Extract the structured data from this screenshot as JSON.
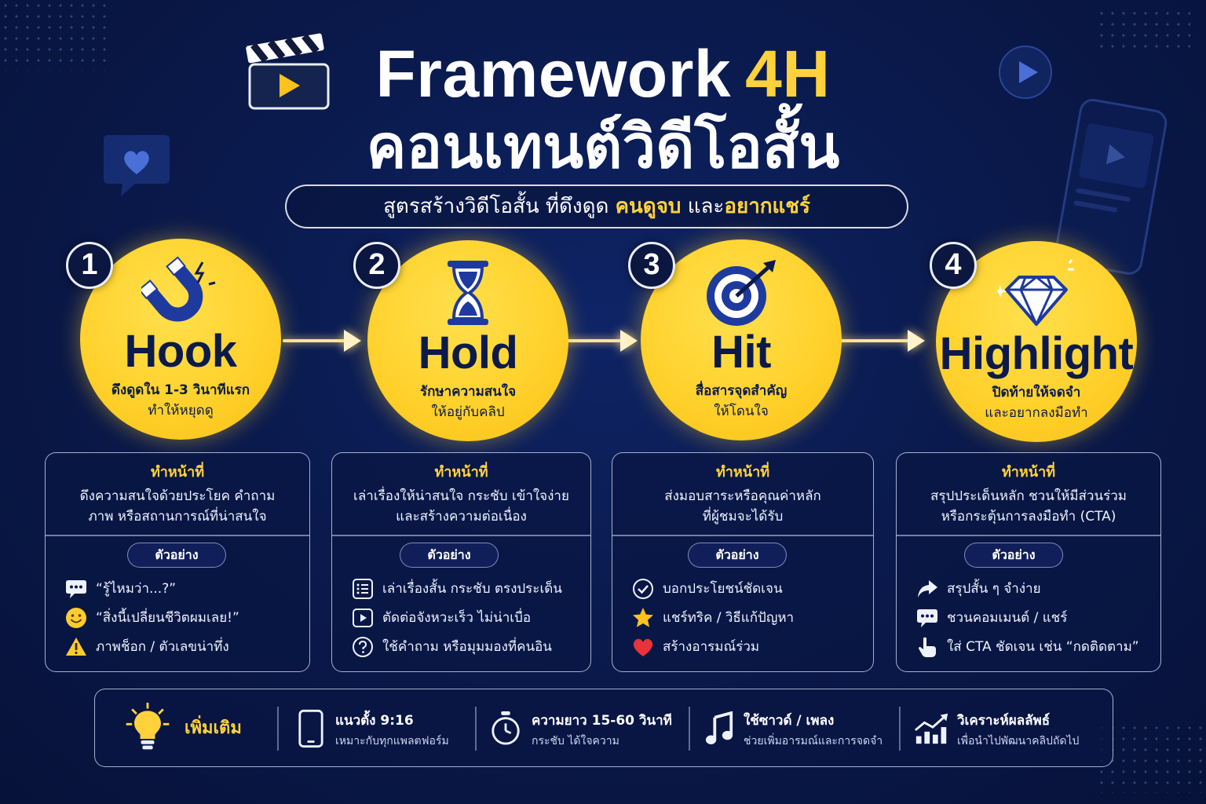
{
  "header": {
    "title_line1_main": "Framework",
    "title_line1_highlight": "4H",
    "title_line2": "คอนเทนต์วิดีโอสั้น",
    "subtitle_prefix": "สูตรสร้างวิดีโอสั้น ที่ดึงดูด",
    "subtitle_highlight1": "คนดูจบ",
    "subtitle_connector": "และ",
    "subtitle_highlight2": "อยากแชร์"
  },
  "colors": {
    "accent_yellow": "#ffd23c",
    "background_navy": "#0a1a4d",
    "text_dark_navy": "#0b1a4a"
  },
  "steps": [
    {
      "number": "1",
      "icon": "magnet-icon",
      "name": "Hook",
      "desc_line1": "ดึงดูดใน 1-3 วินาทีแรก",
      "desc_line2": "ทำให้หยุดดู",
      "role_label": "ทำหน้าที่",
      "role_line1": "ดึงความสนใจด้วยประโยค คำถาม",
      "role_line2": "ภาพ หรือสถานการณ์ที่น่าสนใจ",
      "example_label": "ตัวอย่าง",
      "examples": [
        {
          "icon": "speech-bubble-icon",
          "text": "“รู้ไหมว่า...?”"
        },
        {
          "icon": "smiley-icon",
          "text": "“สิ่งนี้เปลี่ยนชีวิตผมเลย!”"
        },
        {
          "icon": "warning-icon",
          "text": "ภาพช็อก / ตัวเลขน่าทึ่ง"
        }
      ]
    },
    {
      "number": "2",
      "icon": "hourglass-icon",
      "name": "Hold",
      "desc_line1": "รักษาความสนใจ",
      "desc_line2": "ให้อยู่กับคลิป",
      "role_label": "ทำหน้าที่",
      "role_line1": "เล่าเรื่องให้น่าสนใจ กระชับ เข้าใจง่าย",
      "role_line2": "และสร้างความต่อเนื่อง",
      "example_label": "ตัวอย่าง",
      "examples": [
        {
          "icon": "list-icon",
          "text": "เล่าเรื่องสั้น กระชับ ตรงประเด็น"
        },
        {
          "icon": "play-icon",
          "text": "ตัดต่อจังหวะเร็ว ไม่น่าเบื่อ"
        },
        {
          "icon": "question-icon",
          "text": "ใช้คำถาม หรือมุมมองที่คนอิน"
        }
      ]
    },
    {
      "number": "3",
      "icon": "target-icon",
      "name": "Hit",
      "desc_line1": "สื่อสารจุดสำคัญ",
      "desc_line2": "ให้โดนใจ",
      "role_label": "ทำหน้าที่",
      "role_line1": "ส่งมอบสาระหรือคุณค่าหลัก",
      "role_line2": "ที่ผู้ชมจะได้รับ",
      "example_label": "ตัวอย่าง",
      "examples": [
        {
          "icon": "check-circle-icon",
          "text": "บอกประโยชน์ชัดเจน"
        },
        {
          "icon": "star-icon",
          "text": "แชร์ทริค / วิธีแก้ปัญหา"
        },
        {
          "icon": "heart-icon",
          "text": "สร้างอารมณ์ร่วม"
        }
      ]
    },
    {
      "number": "4",
      "icon": "diamond-icon",
      "name": "Highlight",
      "desc_line1": "ปิดท้ายให้จดจำ",
      "desc_line2": "และอยากลงมือทำ",
      "role_label": "ทำหน้าที่",
      "role_line1": "สรุปประเด็นหลัก ชวนให้มีส่วนร่วม",
      "role_line2": "หรือกระตุ้นการลงมือทำ (CTA)",
      "example_label": "ตัวอย่าง",
      "examples": [
        {
          "icon": "share-arrow-icon",
          "text": "สรุปสั้น ๆ จำง่าย"
        },
        {
          "icon": "comment-icon",
          "text": "ชวนคอมเมนต์ / แชร์"
        },
        {
          "icon": "pointer-hand-icon",
          "text": "ใส่ CTA ชัดเจน เช่น “กดติดตาม”"
        }
      ]
    }
  ],
  "extras": {
    "label": "เพิ่มเติม",
    "items": [
      {
        "icon": "phone-icon",
        "title": "แนวตั้ง 9:16",
        "sub": "เหมาะกับทุกแพลตฟอร์ม"
      },
      {
        "icon": "stopwatch-icon",
        "title": "ความยาว 15-60 วินาที",
        "sub": "กระชับ ได้ใจความ"
      },
      {
        "icon": "music-note-icon",
        "title": "ใช้ซาวด์ / เพลง",
        "sub": "ช่วยเพิ่มอารมณ์และการจดจำ"
      },
      {
        "icon": "growth-chart-icon",
        "title": "วิเคราะห์ผลลัพธ์",
        "sub": "เพื่อนำไปพัฒนาคลิปถัดไป"
      }
    ]
  }
}
